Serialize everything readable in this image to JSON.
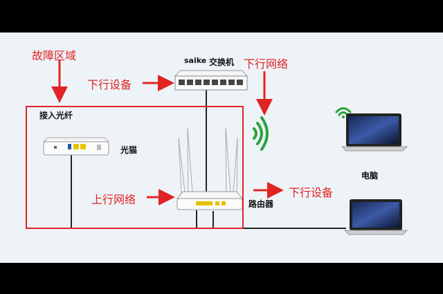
{
  "labels": {
    "fault_zone": "故障区域",
    "downstream_device_top": "下行设备",
    "downstream_network": "下行网络",
    "switch": "交换机",
    "switch_brand": "saike",
    "fiber_in": "接入光纤",
    "modem": "光猫",
    "upstream_network": "上行网络",
    "router": "路由器",
    "downstream_device_right": "下行设备",
    "computer": "电脑"
  },
  "colors": {
    "accent_red": "#e02424",
    "wifi_green": "#2aa33a",
    "background": "#eef3f8"
  }
}
